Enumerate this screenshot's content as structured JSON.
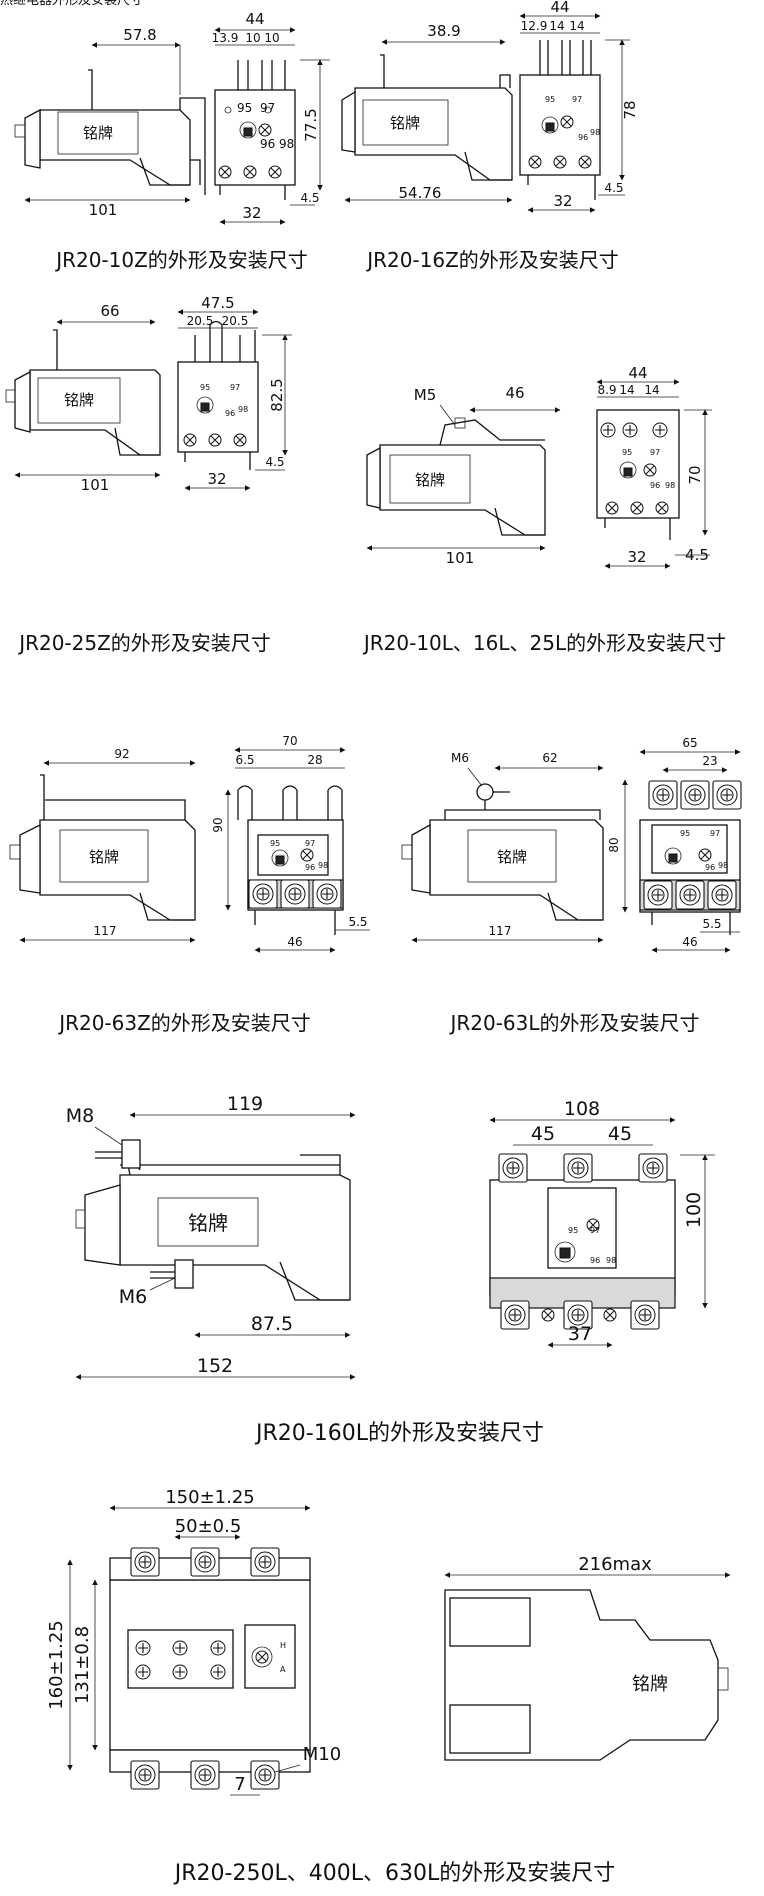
{
  "header_fragment": "热继电器外形及安装尺寸",
  "nameplate": "铭牌",
  "panels": [
    {
      "caption": "JR20-10Z的外形及安装尺寸",
      "dims": [
        "57.8",
        "101",
        "44",
        "13.9",
        "10",
        "10",
        "77.5",
        "4.5",
        "32"
      ],
      "terminals": [
        "95",
        "97",
        "96",
        "98"
      ]
    },
    {
      "caption": "JR20-16Z的外形及安装尺寸",
      "dims": [
        "38.9",
        "54.76",
        "44",
        "12.9",
        "14",
        "14",
        "78",
        "4.5",
        "32"
      ],
      "terminals": [
        "95",
        "97",
        "96",
        "98"
      ]
    },
    {
      "caption": "JR20-25Z的外形及安装尺寸",
      "dims": [
        "66",
        "101",
        "47.5",
        "20.5",
        "20.5",
        "82.5",
        "4.5",
        "32"
      ],
      "terminals": [
        "95",
        "97",
        "96",
        "98"
      ]
    },
    {
      "caption": "JR20-10L、16L、25L的外形及安装尺寸",
      "dims": [
        "M5",
        "46",
        "101",
        "44",
        "8.9",
        "14",
        "14",
        "70",
        "4.5",
        "32"
      ],
      "terminals": [
        "95",
        "97",
        "96",
        "98"
      ]
    },
    {
      "caption": "JR20-63Z的外形及安装尺寸",
      "dims": [
        "92",
        "117",
        "70",
        "6.5",
        "28",
        "90",
        "5.5",
        "46"
      ],
      "terminals": [
        "95",
        "97",
        "96",
        "98"
      ]
    },
    {
      "caption": "JR20-63L的外形及安装尺寸",
      "dims": [
        "M6",
        "62",
        "117",
        "80",
        "65",
        "23",
        "5.5",
        "46"
      ],
      "terminals": [
        "95",
        "97",
        "96",
        "98"
      ]
    },
    {
      "caption": "JR20-160L的外形及安装尺寸",
      "dims": [
        "M8",
        "119",
        "M6",
        "87.5",
        "152",
        "108",
        "45",
        "45",
        "100",
        "37"
      ],
      "terminals": [
        "95",
        "97",
        "96",
        "98"
      ]
    },
    {
      "caption": "JR20-250L、400L、630L的外形及安装尺寸",
      "dims": [
        "150±1.25",
        "50±0.5",
        "160±1.25",
        "131±0.8",
        "M10",
        "7",
        "216max"
      ],
      "terminals": [
        "H",
        "A"
      ]
    }
  ]
}
